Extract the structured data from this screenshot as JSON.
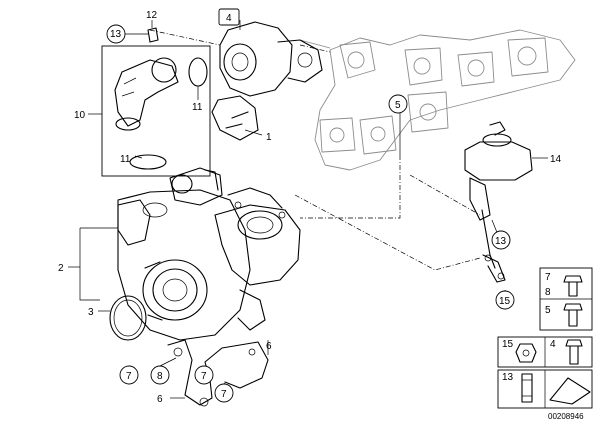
{
  "callouts": {
    "c1": "1",
    "c2": "2",
    "c3": "3",
    "c4": "4",
    "c5": "5",
    "c6": "6",
    "c6b": "6",
    "c7a": "7",
    "c7b": "7",
    "c7c": "7",
    "c8": "8",
    "c10": "10",
    "c11a": "11",
    "c11b": "11",
    "c12": "12",
    "c13a": "13",
    "c13b": "13",
    "c14": "14",
    "c15": "15"
  },
  "legend": {
    "l7": "7",
    "l8": "8",
    "l5": "5",
    "l15": "15",
    "l4": "4",
    "l13": "13"
  },
  "doc_id": "00208946"
}
